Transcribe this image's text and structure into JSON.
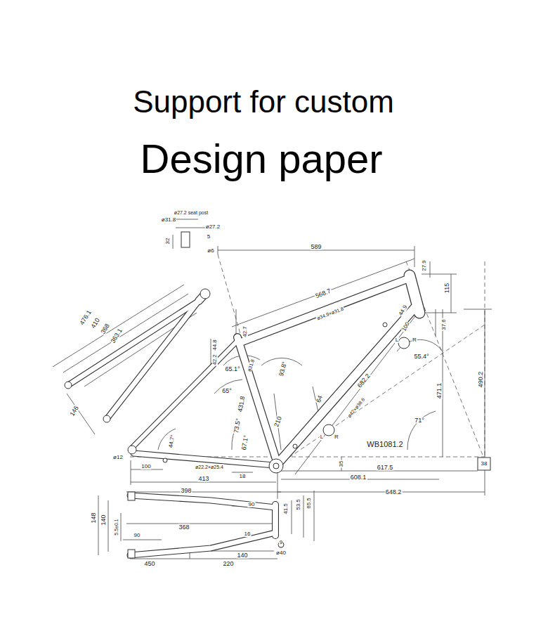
{
  "diagram": {
    "title": "Support for custom",
    "labels": [
      "Design paper",
      "ø27.2 seat post",
      "ø31.8",
      "ø27.2",
      "5",
      "32",
      "ø6",
      "589",
      "27.9",
      "115",
      "568.7",
      "ø34.9×ø31.8",
      "476.1",
      "410",
      "368",
      "363.1",
      "146",
      "37.6",
      "44.9",
      "100",
      "L",
      "R",
      "55.4°",
      "682.2",
      "ø42×ø38.6",
      "42.7",
      "44.8",
      "42.2",
      "93.8°",
      "65.1°",
      "65°",
      "ø31.8",
      "431.8",
      "471.1",
      "490.2",
      "71°",
      "73.5°",
      "67.1°",
      "210",
      "64",
      "L",
      "R",
      "WB1081.2",
      "ø12",
      "44.7°",
      "100",
      "ø22.2×ø25.4",
      "35",
      "617.5",
      "608.1",
      "648.2",
      "38",
      "413",
      "18",
      "398",
      "90",
      "148",
      "140",
      "5.5±0.1",
      "368",
      "41.5",
      "53.5",
      "65.5",
      "90",
      "16",
      "9",
      "140",
      "ø40",
      "450",
      "220"
    ]
  }
}
